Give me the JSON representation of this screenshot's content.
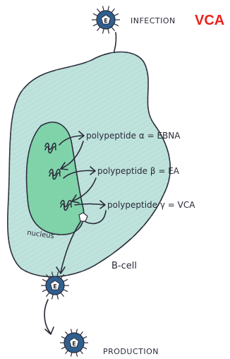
{
  "title": "VCA",
  "colors": {
    "title": "#e8231b",
    "cell": "#bfe3dc",
    "nucleus": "#7fd3a8",
    "virion": "#2f5f8f",
    "virion_core": "#8fb0d0",
    "genes": "#8b3a1a",
    "ink": "#2a2a3a"
  },
  "labels": {
    "infection": "INFECTION",
    "production": "PRODUCTION",
    "b_cell": "B-cell",
    "nucleus": "nucleus",
    "virion_letter": "E"
  },
  "polypeptides": [
    {
      "label": "polypeptide α = EBNA",
      "gene": "alpha"
    },
    {
      "label": "polypeptide β = EA",
      "gene": "beta"
    },
    {
      "label": "polypeptide γ = VCA",
      "gene": "gamma"
    }
  ]
}
